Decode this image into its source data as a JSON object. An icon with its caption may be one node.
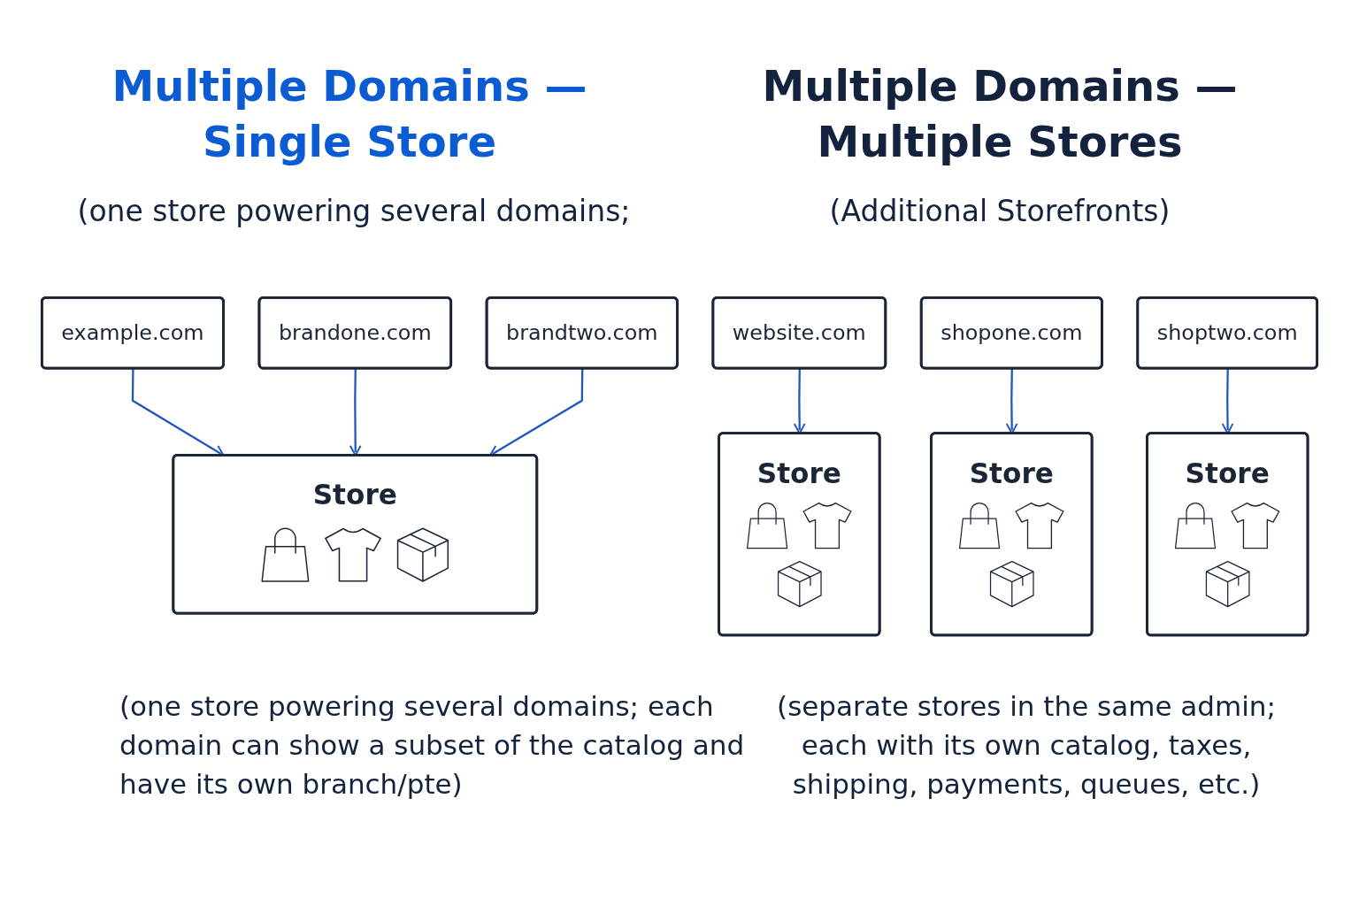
{
  "diagram": {
    "nodes": [
      {
        "text": [
          "example.com"
        ]
      },
      {
        "text": [
          "brandone.com"
        ]
      },
      {
        "text": [
          "brandtwo.com"
        ]
      },
      {
        "text": [
          "Store"
        ]
      },
      {
        "text": [
          "website.com"
        ]
      },
      {
        "text": [
          "shopone.com"
        ]
      },
      {
        "text": [
          "shoptwo.com"
        ]
      },
      {
        "text": [
          "Store"
        ]
      },
      {
        "text": [
          "Store"
        ]
      },
      {
        "text": [
          "Store"
        ]
      }
    ],
    "edges": [
      {
        "from": 0,
        "to": 3,
        "arrow": "to"
      },
      {
        "from": 1,
        "to": 3,
        "arrow": "to"
      },
      {
        "from": 2,
        "to": 3,
        "arrow": "to"
      },
      {
        "from": 4,
        "to": 7,
        "arrow": "to"
      },
      {
        "from": 5,
        "to": 8,
        "arrow": "to"
      },
      {
        "from": 6,
        "to": 9,
        "arrow": "to"
      }
    ],
    "labels": [
      "Multiple Domains — Single Store",
      "Multiple Domains — Multiple Stores",
      "(one store powering several domains;",
      "(Additional Storefronts)",
      "(one store powering several domains; each domain can show a subset of the catalog and have its own branch/pte)",
      "(separate stores in the same admin; each with its own catalog, taxes, shipping, payments, queues, etc.)"
    ]
  }
}
